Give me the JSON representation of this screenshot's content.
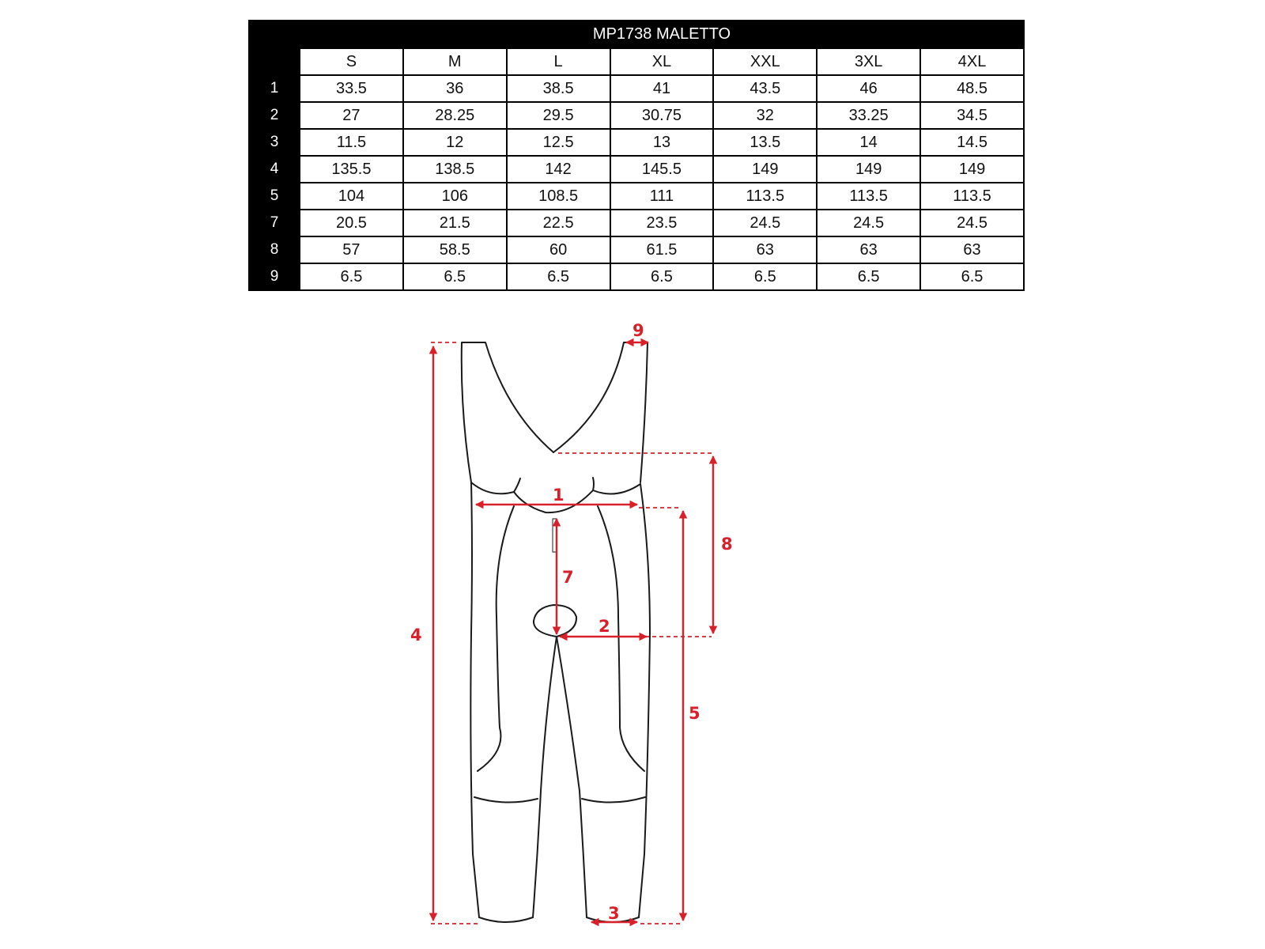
{
  "table": {
    "title": "MP1738 MALETTO",
    "sizes": [
      "S",
      "M",
      "L",
      "XL",
      "XXL",
      "3XL",
      "4XL"
    ],
    "rows": [
      {
        "label": "1",
        "values": [
          "33.5",
          "36",
          "38.5",
          "41",
          "43.5",
          "46",
          "48.5"
        ]
      },
      {
        "label": "2",
        "values": [
          "27",
          "28.25",
          "29.5",
          "30.75",
          "32",
          "33.25",
          "34.5"
        ]
      },
      {
        "label": "3",
        "values": [
          "11.5",
          "12",
          "12.5",
          "13",
          "13.5",
          "14",
          "14.5"
        ]
      },
      {
        "label": "4",
        "values": [
          "135.5",
          "138.5",
          "142",
          "145.5",
          "149",
          "149",
          "149"
        ]
      },
      {
        "label": "5",
        "values": [
          "104",
          "106",
          "108.5",
          "111",
          "113.5",
          "113.5",
          "113.5"
        ]
      },
      {
        "label": "7",
        "values": [
          "20.5",
          "21.5",
          "22.5",
          "23.5",
          "24.5",
          "24.5",
          "24.5"
        ]
      },
      {
        "label": "8",
        "values": [
          "57",
          "58.5",
          "60",
          "61.5",
          "63",
          "63",
          "63"
        ]
      },
      {
        "label": "9",
        "values": [
          "6.5",
          "6.5",
          "6.5",
          "6.5",
          "6.5",
          "6.5",
          "6.5"
        ]
      }
    ]
  },
  "diagram": {
    "measure_color": "#d8202a",
    "labels": {
      "m1": "1",
      "m2": "2",
      "m3": "3",
      "m4": "4",
      "m5": "5",
      "m7": "7",
      "m8": "8",
      "m9": "9"
    }
  }
}
